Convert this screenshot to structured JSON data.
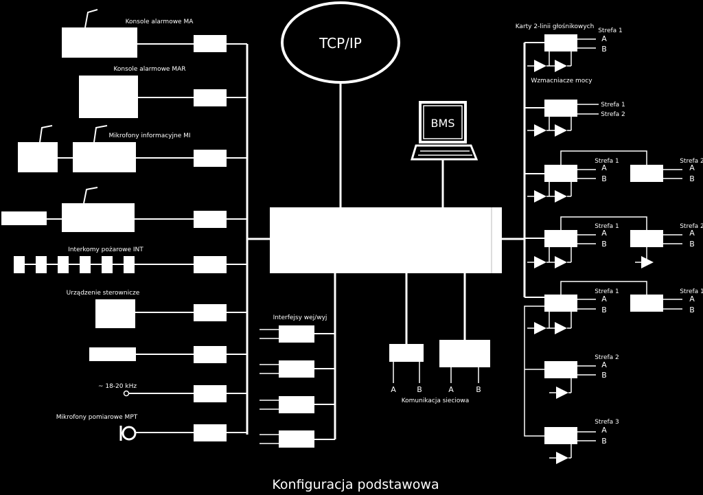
{
  "title": "Konfiguracja podstawowa",
  "network": {
    "tcpip": "TCP/IP",
    "bms": "BMS"
  },
  "left": {
    "ma": "Konsole alarmowe MA",
    "mar": "Konsole alarmowe MAR",
    "mi": "Mikrofony informacyjne MI",
    "int": "Interkomy pożarowe INT",
    "ster": "Urządzenie sterownicze",
    "freq": "~ 18-20 kHz",
    "mpt": "Mikrofony pomiarowe MPT"
  },
  "center": {
    "io": "Interfejsy wej/wyj",
    "net": "Komunikacja sieciowa",
    "a": "A",
    "b": "B"
  },
  "right": {
    "cards": "Karty 2-linii głośnikowych",
    "amps": "Wzmacniacze mocy",
    "strefa1": "Strefa 1",
    "strefa2": "Strefa 2",
    "strefa3": "Strefa 3",
    "a": "A",
    "b": "B"
  }
}
